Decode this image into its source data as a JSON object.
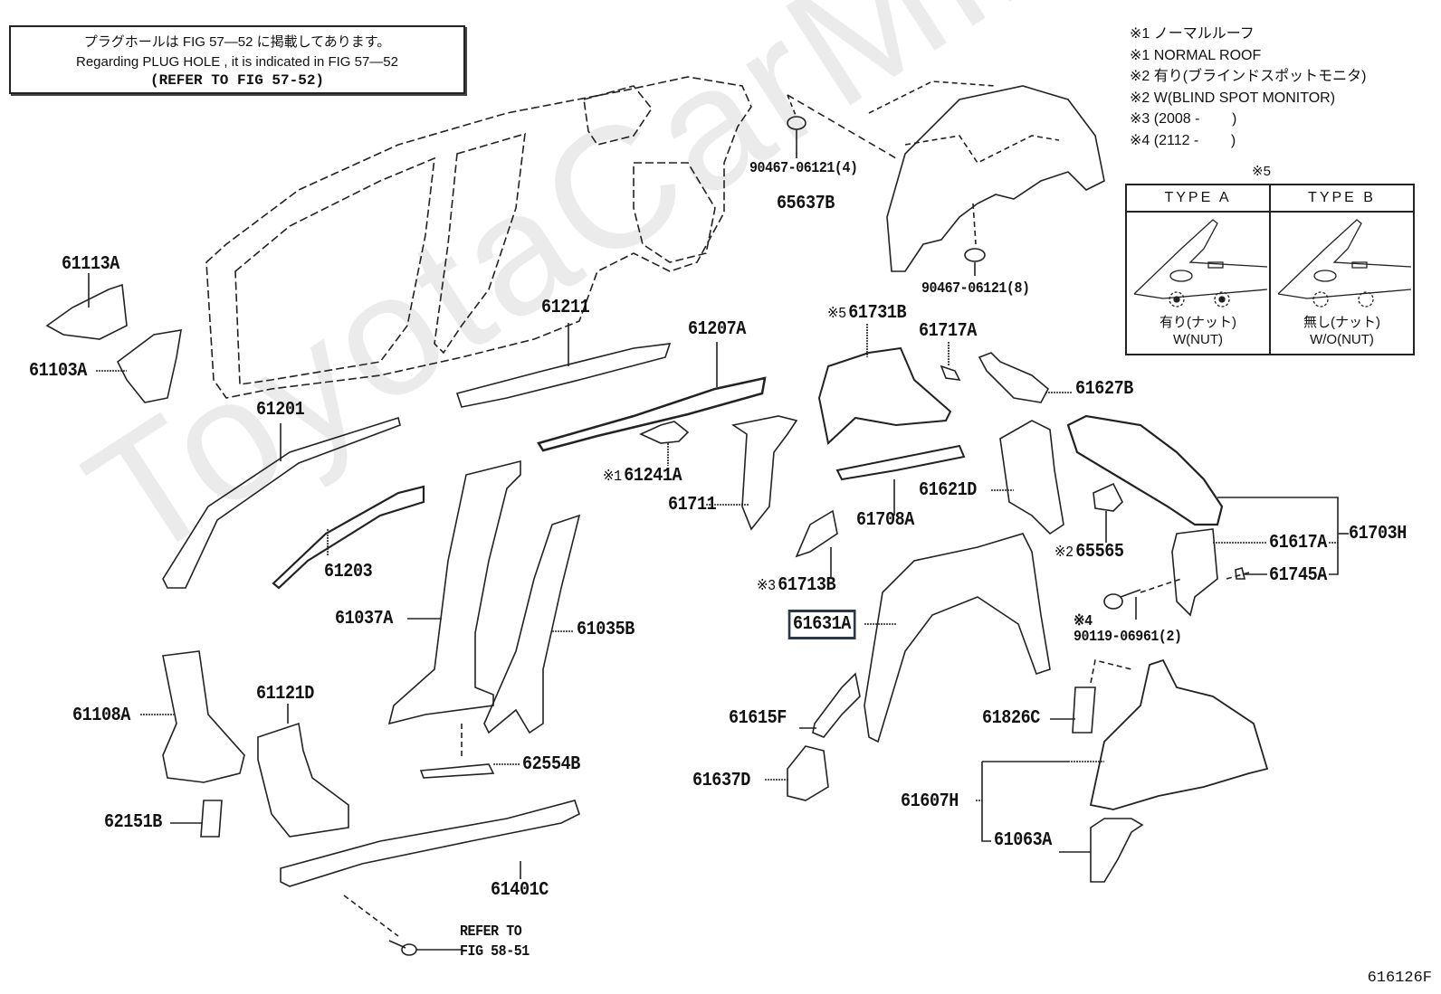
{
  "diagram": {
    "figure_number": "616126F",
    "watermark": "ToyotaCarMine.ru",
    "note_box": {
      "line_jp": "プラグホールは FIG 57—52 に掲載してあります。",
      "line_en": "Regarding PLUG HOLE , it is indicated in FIG 57—52",
      "line_ref": "(REFER TO FIG 57-52)"
    },
    "legend": [
      "※1 ノーマルルーフ",
      "※1 NORMAL ROOF",
      "※2 有り(ブラインドスポットモニタ)",
      "※2 W(BLIND SPOT MONITOR)",
      "※3 (2008 -        )",
      "※4 (2112 -        )"
    ],
    "type_table": {
      "mark": "※5",
      "type_a": {
        "header": "TYPE A",
        "caption_jp": "有り(ナット)",
        "caption_en": "W(NUT)"
      },
      "type_b": {
        "header": "TYPE B",
        "caption_jp": "無し(ナット)",
        "caption_en": "W/O(NUT)"
      }
    },
    "parts": [
      {
        "code": "61113A",
        "note": ""
      },
      {
        "code": "61103A",
        "note": ""
      },
      {
        "code": "61211",
        "note": ""
      },
      {
        "code": "61207A",
        "note": ""
      },
      {
        "code": "61201",
        "note": ""
      },
      {
        "code": "61203",
        "note": ""
      },
      {
        "code": "61241A",
        "note": "※1"
      },
      {
        "code": "61711",
        "note": ""
      },
      {
        "code": "61037A",
        "note": ""
      },
      {
        "code": "61035B",
        "note": ""
      },
      {
        "code": "62554B",
        "note": ""
      },
      {
        "code": "61108A",
        "note": ""
      },
      {
        "code": "61121D",
        "note": ""
      },
      {
        "code": "62151B",
        "note": ""
      },
      {
        "code": "61401C",
        "note": ""
      },
      {
        "code": "90467-06121(4)",
        "note": ""
      },
      {
        "code": "65637B",
        "note": ""
      },
      {
        "code": "90467-06121(8)",
        "note": ""
      },
      {
        "code": "61731B",
        "note": "※5"
      },
      {
        "code": "61717A",
        "note": ""
      },
      {
        "code": "61627B",
        "note": ""
      },
      {
        "code": "61708A",
        "note": ""
      },
      {
        "code": "61621D",
        "note": ""
      },
      {
        "code": "61713B",
        "note": "※3"
      },
      {
        "code": "61631A",
        "note": "",
        "highlighted": true
      },
      {
        "code": "65565",
        "note": "※2"
      },
      {
        "code": "61617A",
        "note": ""
      },
      {
        "code": "61745A",
        "note": ""
      },
      {
        "code": "61703H",
        "note": ""
      },
      {
        "code": "90119-06961(2)",
        "note": "※4"
      },
      {
        "code": "61615F",
        "note": ""
      },
      {
        "code": "61637D",
        "note": ""
      },
      {
        "code": "61826C",
        "note": ""
      },
      {
        "code": "61607H",
        "note": ""
      },
      {
        "code": "61063A",
        "note": ""
      }
    ],
    "refer_note": {
      "line1": "REFER TO",
      "line2": "FIG 58-51"
    }
  }
}
